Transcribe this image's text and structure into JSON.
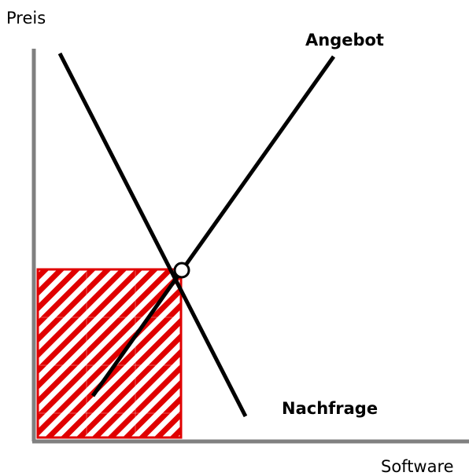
{
  "axes": {
    "y_label": "Preis",
    "x_label": "Software"
  },
  "curves": {
    "supply_label": "Angebot",
    "demand_label": "Nachfrage"
  },
  "colors": {
    "axis": "#808080",
    "curve": "#000000",
    "hatch": "#e00000",
    "region_border": "#e00000",
    "equilibrium_fill": "#ffffff"
  }
}
